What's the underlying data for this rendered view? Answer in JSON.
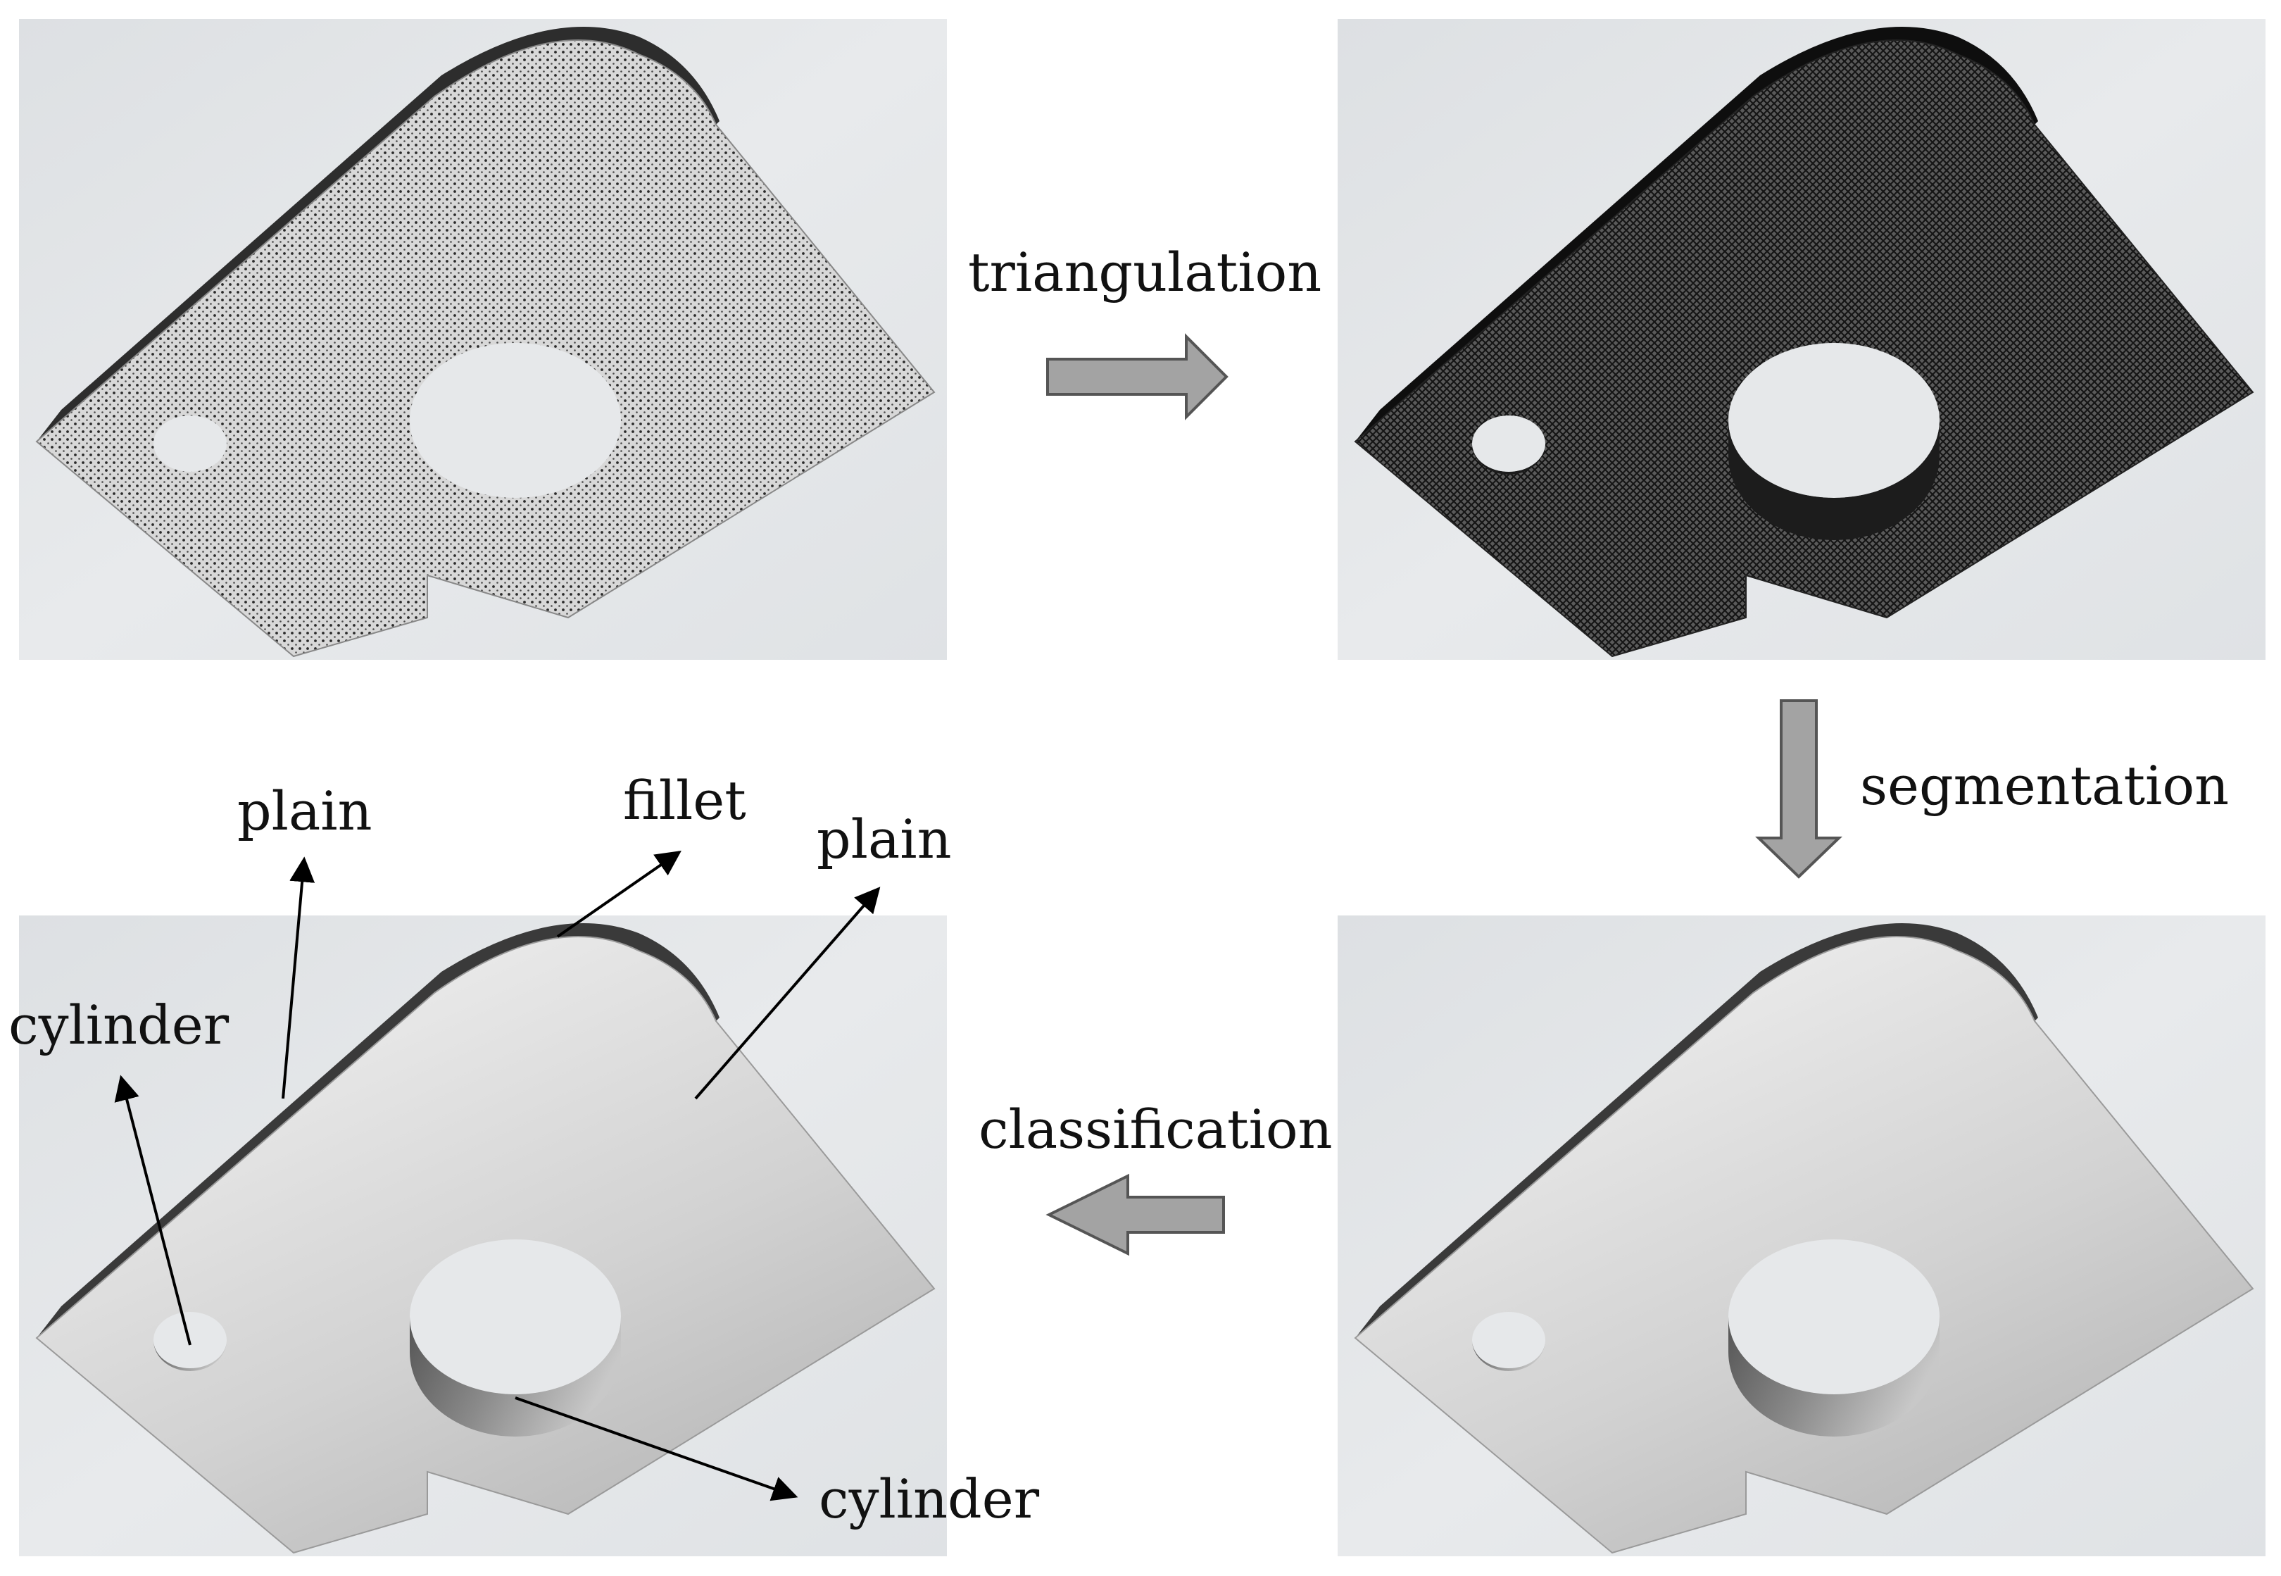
{
  "steps": {
    "triangulation": "triangulation",
    "segmentation": "segmentation",
    "classification": "classification"
  },
  "annotations": {
    "plain_left": "plain",
    "fillet": "fillet",
    "plain_right": "plain",
    "cylinder_small": "cylinder",
    "cylinder_large": "cylinder"
  },
  "colors": {
    "panel_background": "#e4e6e8",
    "part_surface": "#cfcfcf",
    "part_edge": "#3a3a3a",
    "flow_arrow_fill": "#a3a3a3",
    "flow_arrow_stroke": "#555555"
  }
}
